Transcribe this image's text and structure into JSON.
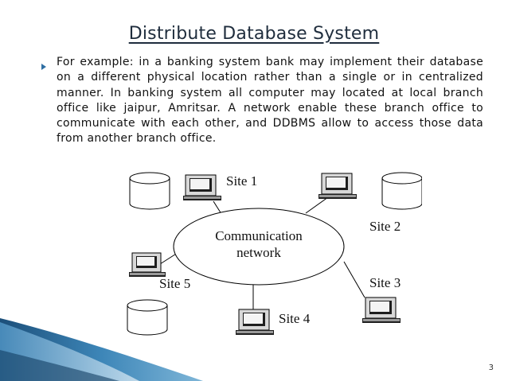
{
  "title": "Distribute Database System",
  "bullet_text": "For example: in a banking system bank may implement their database on a different physical location rather than a single or in centralized manner. In banking system all computer may located at local branch office like jaipur, Amritsar. A network enable these branch office to communicate with each other, and DDBMS allow to access those data from another branch office.",
  "diagram": {
    "network_label_1": "Communication",
    "network_label_2": "network",
    "sites": [
      "Site 1",
      "Site 2",
      "Site 3",
      "Site 4",
      "Site 5"
    ]
  },
  "page_number": "3",
  "colors": {
    "title": "#1f2d3d",
    "bullet_accent": "#2f6fa3",
    "swoosh_dark": "#1c4f7a",
    "swoosh_light": "#7fb6d8"
  }
}
